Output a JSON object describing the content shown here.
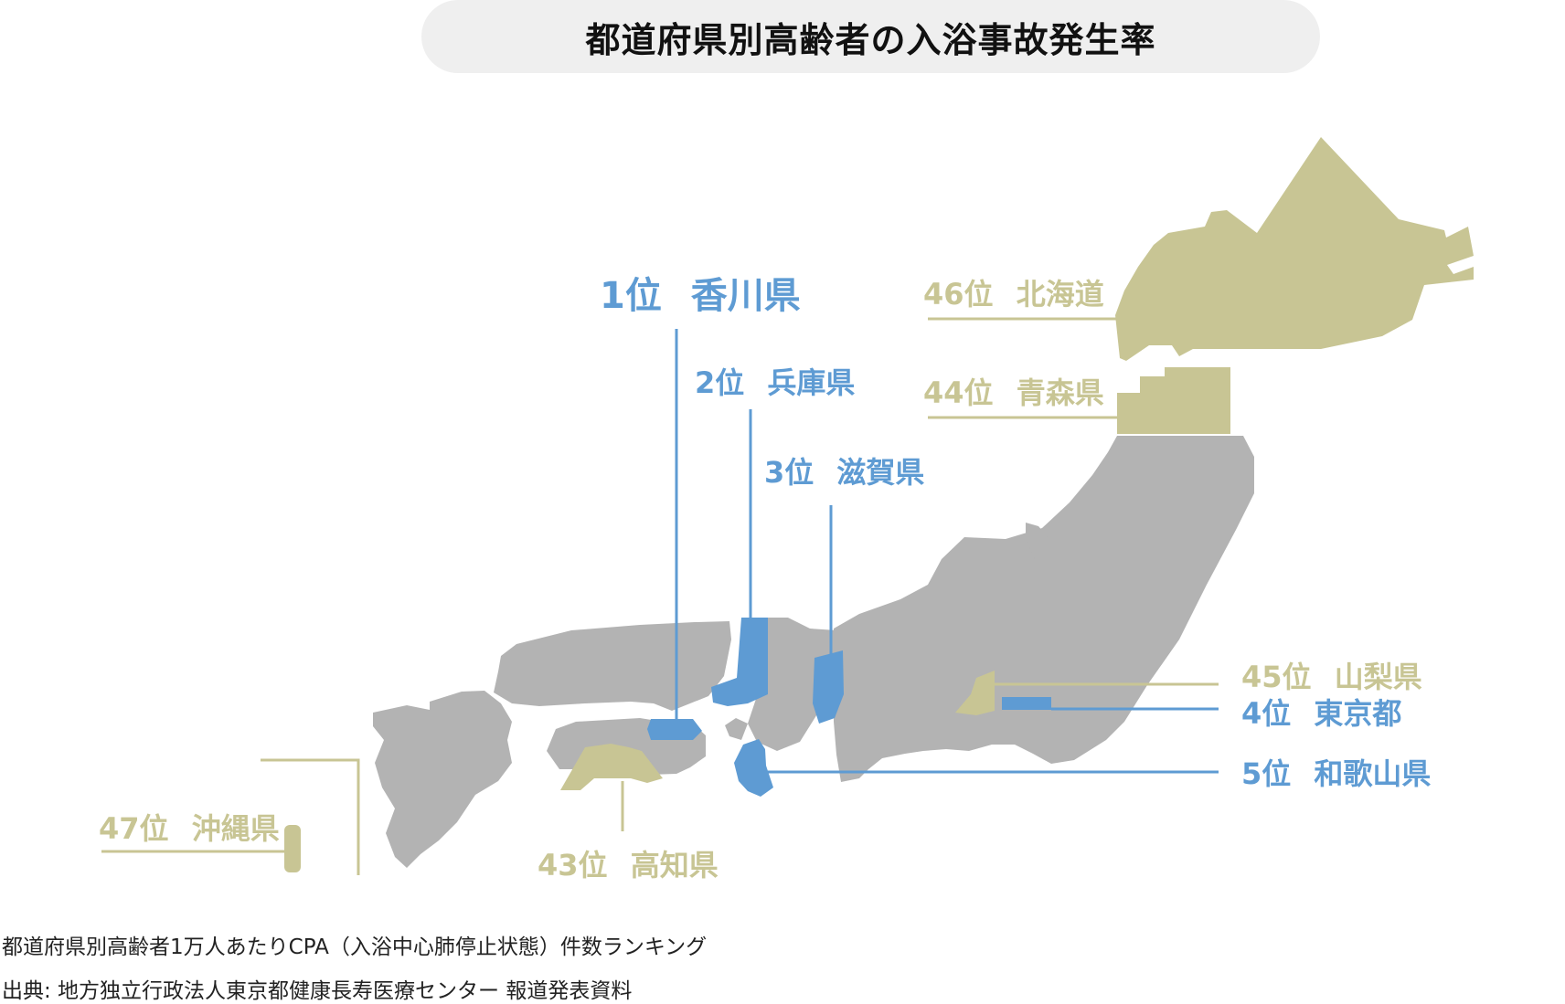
{
  "title": "都道府県別高齢者の入浴事故発生率",
  "notes": {
    "description": "都道府県別高齢者1万人あたりCPA（入浴中心肺停止状態）件数ランキング",
    "source": "出典: 地方独立行政法人東京都健康長寿医療センター 報道発表資料"
  },
  "colors": {
    "top_rank": "#5e9bd3",
    "bottom_rank": "#c8c594",
    "other_land": "#b3b3b3",
    "title_pill_bg": "#efefef"
  },
  "rankings": {
    "top": [
      {
        "rank_label": "1位",
        "prefecture": "香川県"
      },
      {
        "rank_label": "2位",
        "prefecture": "兵庫県"
      },
      {
        "rank_label": "3位",
        "prefecture": "滋賀県"
      },
      {
        "rank_label": "4位",
        "prefecture": "東京都"
      },
      {
        "rank_label": "5位",
        "prefecture": "和歌山県"
      }
    ],
    "bottom": [
      {
        "rank_label": "43位",
        "prefecture": "高知県"
      },
      {
        "rank_label": "44位",
        "prefecture": "青森県"
      },
      {
        "rank_label": "45位",
        "prefecture": "山梨県"
      },
      {
        "rank_label": "46位",
        "prefecture": "北海道"
      },
      {
        "rank_label": "47位",
        "prefecture": "沖縄県"
      }
    ]
  }
}
